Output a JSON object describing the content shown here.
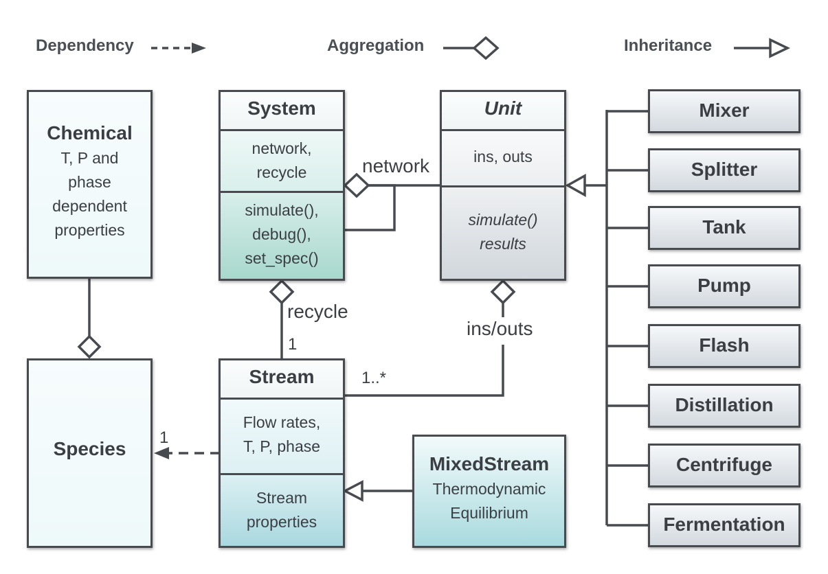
{
  "legend": {
    "dependency": "Dependency",
    "aggregation": "Aggregation",
    "inheritance": "Inheritance"
  },
  "classes": {
    "chemical": {
      "name": "Chemical",
      "description": [
        "T, P and",
        "phase",
        "dependent",
        "properties"
      ]
    },
    "species": {
      "name": "Species"
    },
    "system": {
      "name": "System",
      "attributes": [
        "network,",
        "recycle"
      ],
      "methods": [
        "simulate(),",
        "debug(),",
        "set_spec()"
      ]
    },
    "unit": {
      "name": "Unit",
      "attributes": [
        "ins, outs"
      ],
      "methods": [
        "simulate()",
        "results"
      ]
    },
    "stream": {
      "name": "Stream",
      "attributes": [
        "Flow rates,",
        "T, P, phase"
      ],
      "methods": [
        "Stream",
        "properties"
      ]
    },
    "mixed_stream": {
      "name": "MixedStream",
      "description": [
        "Thermodynamic",
        "Equilibrium"
      ]
    }
  },
  "unit_subclasses": [
    "Mixer",
    "Splitter",
    "Tank",
    "Pump",
    "Flash",
    "Distillation",
    "Centrifuge",
    "Fermentation"
  ],
  "relations": {
    "network_label": "network",
    "recycle_label": "recycle",
    "recycle_multiplicity": "1",
    "ins_outs_label": "ins/outs",
    "stream_unit_multiplicity": "1..*",
    "species_multiplicity": "1"
  }
}
